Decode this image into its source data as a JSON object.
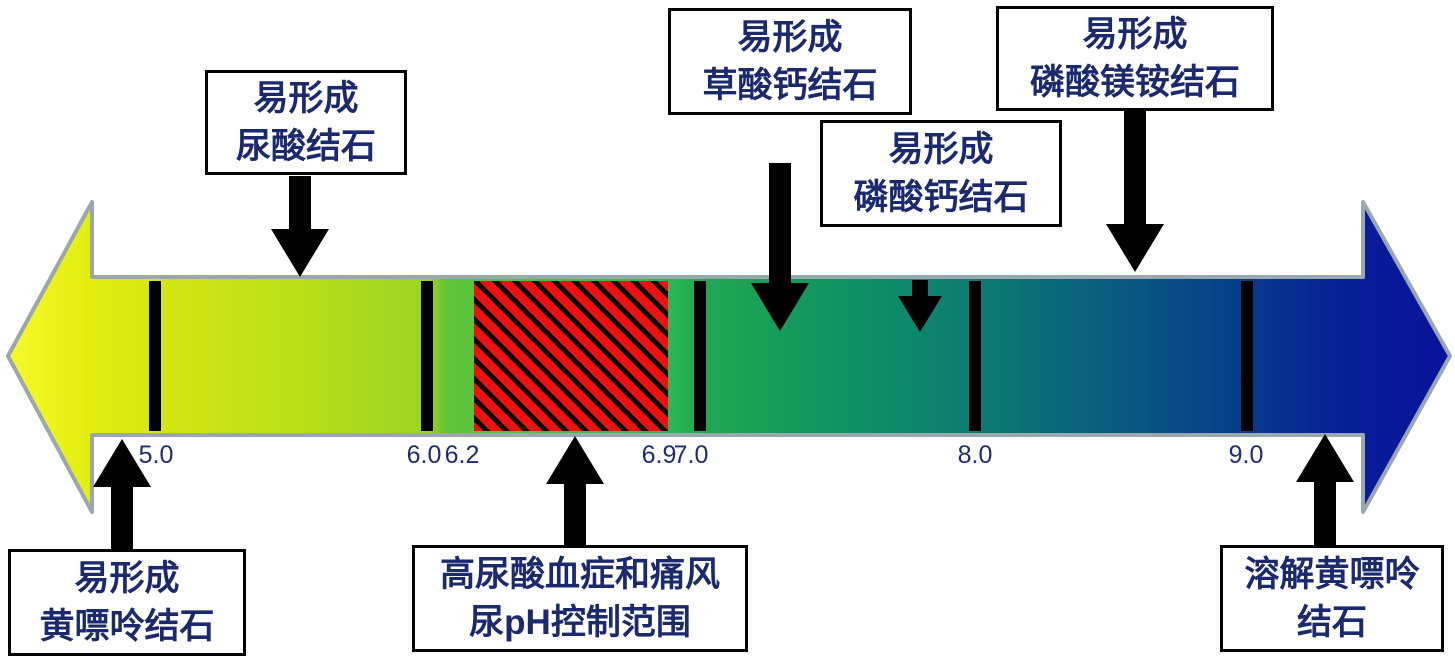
{
  "diagram": {
    "kind": "urine-pH stone formation scale",
    "ph_axis": {
      "ticks": [
        {
          "value": "5.0"
        },
        {
          "value": "6.0"
        },
        {
          "value": "6.2"
        },
        {
          "value": "6.9"
        },
        {
          "value": "7.0"
        },
        {
          "value": "8.0"
        },
        {
          "value": "9.0"
        }
      ],
      "highlight_range": {
        "from": "6.2",
        "to": "6.9"
      }
    },
    "boxes": [
      {
        "line1": "易形成",
        "line2": "尿酸结石"
      },
      {
        "line1": "易形成",
        "line2": "草酸钙结石"
      },
      {
        "line1": "易形成",
        "line2": "磷酸钙结石"
      },
      {
        "line1": "易形成",
        "line2": "磷酸镁铵结石"
      },
      {
        "line1": "易形成",
        "line2": "黄嘌呤结石"
      },
      {
        "line1": "高尿酸血症和痛风",
        "line2": "尿pH控制范围"
      },
      {
        "line1": "溶解黄嘌呤",
        "line2": "结石"
      }
    ],
    "colors": {
      "label_text": "#1b2a6e",
      "box_border": "#000000",
      "bar_outline": "#9aa8ad",
      "annotation_arrow": "#000000",
      "hatch_red": "#ee1111",
      "hatch_stripe": "#0d0500",
      "gradient_left_yellow": "#f7fa2a",
      "gradient_mid_green": "#1fa850",
      "gradient_teal": "#0c7c72",
      "gradient_right_navy": "#0a129b"
    }
  }
}
